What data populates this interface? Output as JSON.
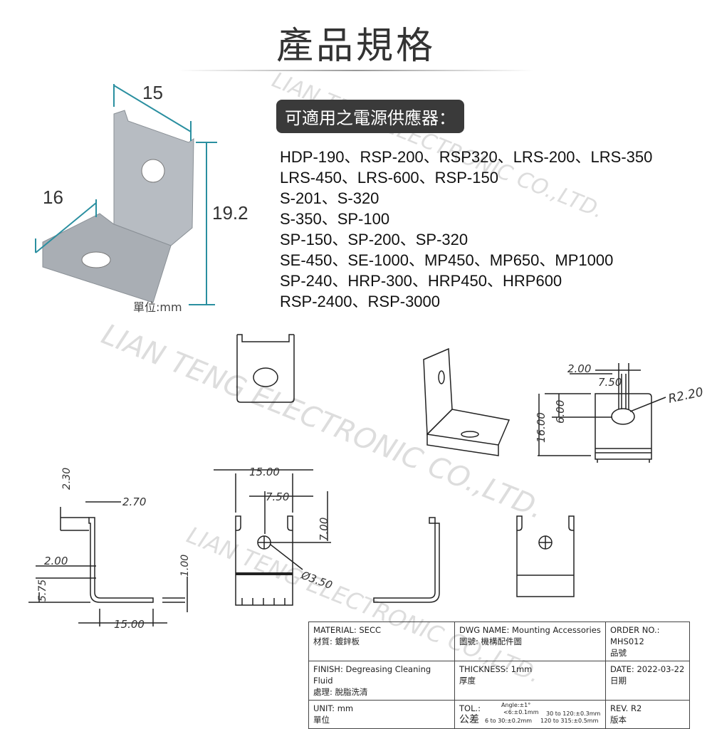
{
  "title": "產品規格",
  "compatible": {
    "label": "可適用之電源供應器：",
    "lines": [
      "HDP-190、RSP-200、RSP320、LRS-200、LRS-350",
      "LRS-450、LRS-600、RSP-150",
      "S-201、S-320",
      "S-350、SP-100",
      "SP-150、SP-200、SP-320",
      "SE-450、SE-1000、MP450、MP650、MP1000",
      "SP-240、HRP-300、HRP450、HRP600",
      "RSP-2400、RSP-3000"
    ]
  },
  "photo": {
    "width": "15",
    "depth": "16",
    "height": "19.2",
    "unit": "單位:mm"
  },
  "drawings": {
    "iso": {
      "d1": "2.00",
      "d2": "7.50",
      "d3": "6.00",
      "d4": "16.00",
      "radius": "R2.20"
    },
    "side": {
      "d1": "2.30",
      "d2": "2.70",
      "d3": "2.00",
      "d4": "1.00",
      "d5": "5.75",
      "d6": "15.00"
    },
    "front": {
      "d1": "15.00",
      "d2": "7.50",
      "d3": "7.00",
      "hole": "Ø3.50"
    }
  },
  "watermark": "LIAN TENG ELECTRONIC CO.,LTD.",
  "spec": {
    "material": "MATERIAL: SECC",
    "material_zh": "材質: 鍍鋅板",
    "dwg": "DWG NAME: Mounting Accessories",
    "dwg_zh": "圖號: 機構配件圖",
    "order": "ORDER NO.: MHS012",
    "order_zh": "品號",
    "finish": "FINISH: Degreasing Cleaning Fluid",
    "finish_zh": "處理: 脫脂洗清",
    "thickness": "THICKNESS: 1mm",
    "thickness_zh": "厚度",
    "date": "DATE: 2022-03-22",
    "date_zh": "日期",
    "unit": "UNIT: mm",
    "unit_zh": "單位",
    "tol": "TOL.:",
    "tol_zh": "公差",
    "tol_angle": "Angle:±1°",
    "tol_a": "<6:±0.1mm",
    "tol_b": "6 to 30:±0.2mm",
    "tol_c": "30 to 120:±0.3mm",
    "tol_d": "120 to 315:±0.5mm",
    "rev": "REV. R2",
    "rev_zh": "版本"
  }
}
